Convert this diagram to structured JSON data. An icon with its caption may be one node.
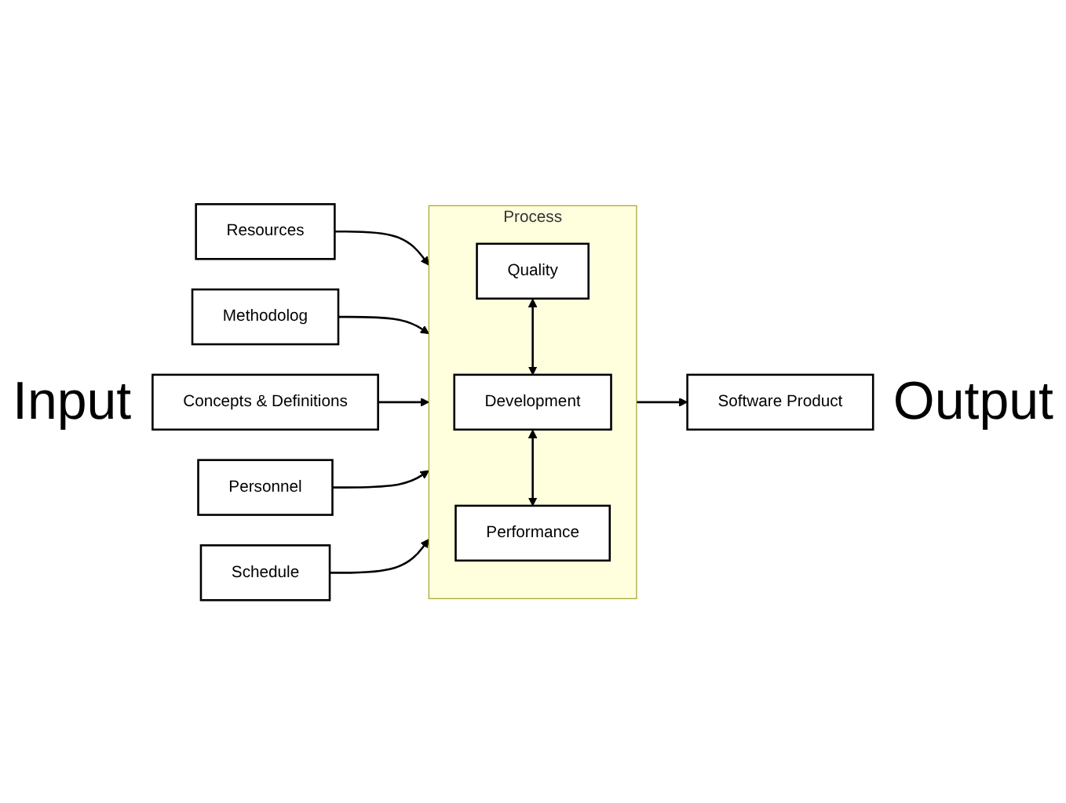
{
  "diagram": {
    "nodes": [
      {
        "text": [
          "Process"
        ]
      },
      {
        "text": [
          "Quality"
        ],
        "in": 0
      },
      {
        "text": [
          "Development"
        ],
        "in": 0
      },
      {
        "text": [
          "Performance"
        ],
        "in": 0
      },
      {
        "text": [
          "Resources"
        ]
      },
      {
        "text": [
          "Methodolog"
        ]
      },
      {
        "text": [
          "Concepts & Definitions"
        ]
      },
      {
        "text": [
          "Software Product"
        ]
      },
      {
        "text": [
          "Personnel"
        ]
      },
      {
        "text": [
          "Schedule"
        ]
      }
    ],
    "edges": [
      {
        "from": 4,
        "to": 0,
        "arrow": "to"
      },
      {
        "from": 5,
        "to": 0,
        "arrow": "to"
      },
      {
        "from": 1,
        "to": 2,
        "arrow": "both"
      },
      {
        "from": 6,
        "to": 0,
        "arrow": "to"
      },
      {
        "from": 0,
        "to": 7,
        "arrow": "to"
      },
      {
        "from": 2,
        "to": 3,
        "arrow": "both"
      },
      {
        "from": 8,
        "to": 0,
        "arrow": "to"
      },
      {
        "from": 9,
        "to": 0,
        "arrow": "to"
      }
    ],
    "labels": [
      "Input",
      "Output"
    ]
  }
}
